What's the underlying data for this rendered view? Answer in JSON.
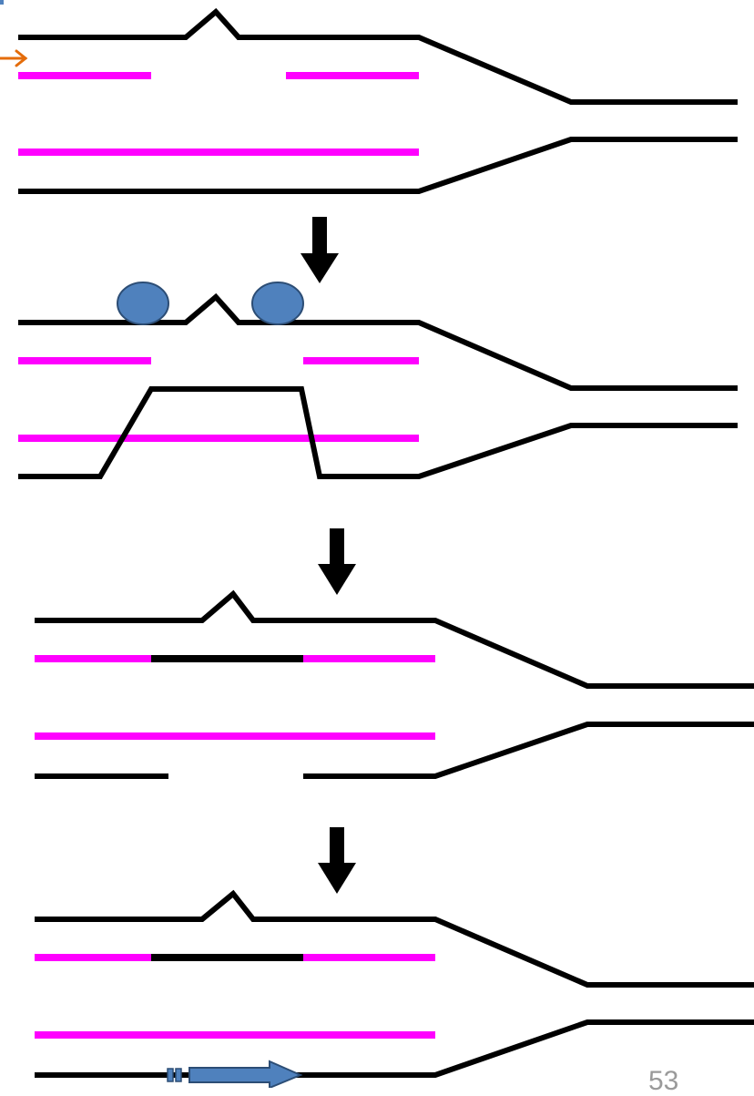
{
  "slide": {
    "page_number": "53"
  },
  "colors": {
    "dna_strand": "#000000",
    "repair_strand": "#ff00ff",
    "protein": "#4f81bd",
    "protein_outline": "#2c4d75",
    "arrow_down": "#000000",
    "orange_arrow": "#e46c0a",
    "blue_arrow": "#4f81bd"
  },
  "steps": [
    {
      "name": "step-1-initial-mismatch"
    },
    {
      "name": "step-2-protein-binding-excision"
    },
    {
      "name": "step-3-strand-resynthesis"
    },
    {
      "name": "step-4-ligation"
    }
  ],
  "icons": [
    "orange-arrow-icon",
    "protein-icon",
    "down-arrow-icon",
    "blue-arrow-icon"
  ]
}
